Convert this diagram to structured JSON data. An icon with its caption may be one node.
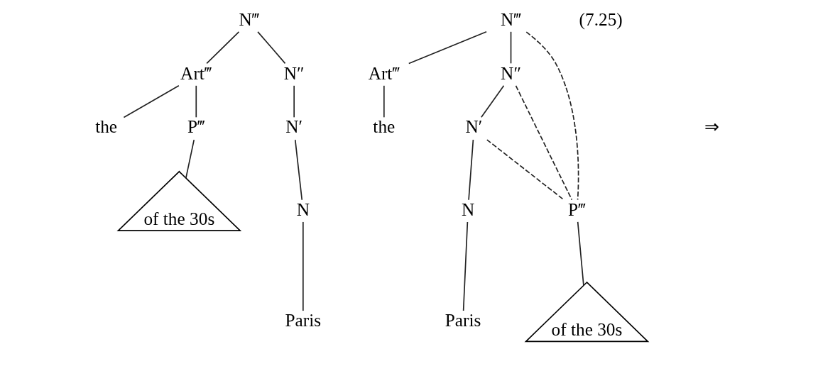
{
  "diagram": {
    "nodes": [
      {
        "text": [
          "N‴"
        ]
      },
      {
        "text": [
          "Art‴"
        ]
      },
      {
        "text": [
          "N″"
        ]
      },
      {
        "text": [
          "the"
        ]
      },
      {
        "text": [
          "P‴"
        ]
      },
      {
        "text": [
          "of the 30s"
        ]
      },
      {
        "text": [
          "N′"
        ]
      },
      {
        "text": [
          "N"
        ]
      },
      {
        "text": [
          "Paris"
        ]
      },
      {
        "text": [
          "N‴"
        ]
      },
      {
        "text": [
          "Art‴"
        ]
      },
      {
        "text": [
          "N″"
        ]
      },
      {
        "text": [
          "the"
        ]
      },
      {
        "text": [
          "N′"
        ]
      },
      {
        "text": [
          "N"
        ]
      },
      {
        "text": [
          "Paris"
        ]
      },
      {
        "text": [
          "P‴"
        ]
      },
      {
        "text": [
          "of the 30s"
        ]
      }
    ],
    "edges": [
      {
        "from": 0,
        "to": 1,
        "arrow": "none"
      },
      {
        "from": 0,
        "to": 2,
        "arrow": "none"
      },
      {
        "from": 1,
        "to": 3,
        "arrow": "none"
      },
      {
        "from": 1,
        "to": 4,
        "arrow": "none"
      },
      {
        "from": 4,
        "to": 5,
        "arrow": "none"
      },
      {
        "from": 2,
        "to": 6,
        "arrow": "none"
      },
      {
        "from": 6,
        "to": 7,
        "arrow": "none"
      },
      {
        "from": 7,
        "to": 8,
        "arrow": "none"
      },
      {
        "from": 9,
        "to": 10,
        "arrow": "none"
      },
      {
        "from": 9,
        "to": 11,
        "arrow": "none"
      },
      {
        "from": 10,
        "to": 12,
        "arrow": "none"
      },
      {
        "from": 11,
        "to": 13,
        "arrow": "none"
      },
      {
        "from": 13,
        "to": 14,
        "arrow": "none"
      },
      {
        "from": 14,
        "to": 15,
        "arrow": "none"
      },
      {
        "from": 16,
        "to": 17,
        "arrow": "none"
      },
      {
        "from": 9,
        "to": 16,
        "arrow": "none",
        "style": "dashed"
      },
      {
        "from": 11,
        "to": 16,
        "arrow": "none",
        "style": "dashed"
      },
      {
        "from": 13,
        "to": 16,
        "arrow": "none",
        "style": "dashed"
      }
    ],
    "labels": [
      "(7.25)",
      "⇒"
    ]
  }
}
